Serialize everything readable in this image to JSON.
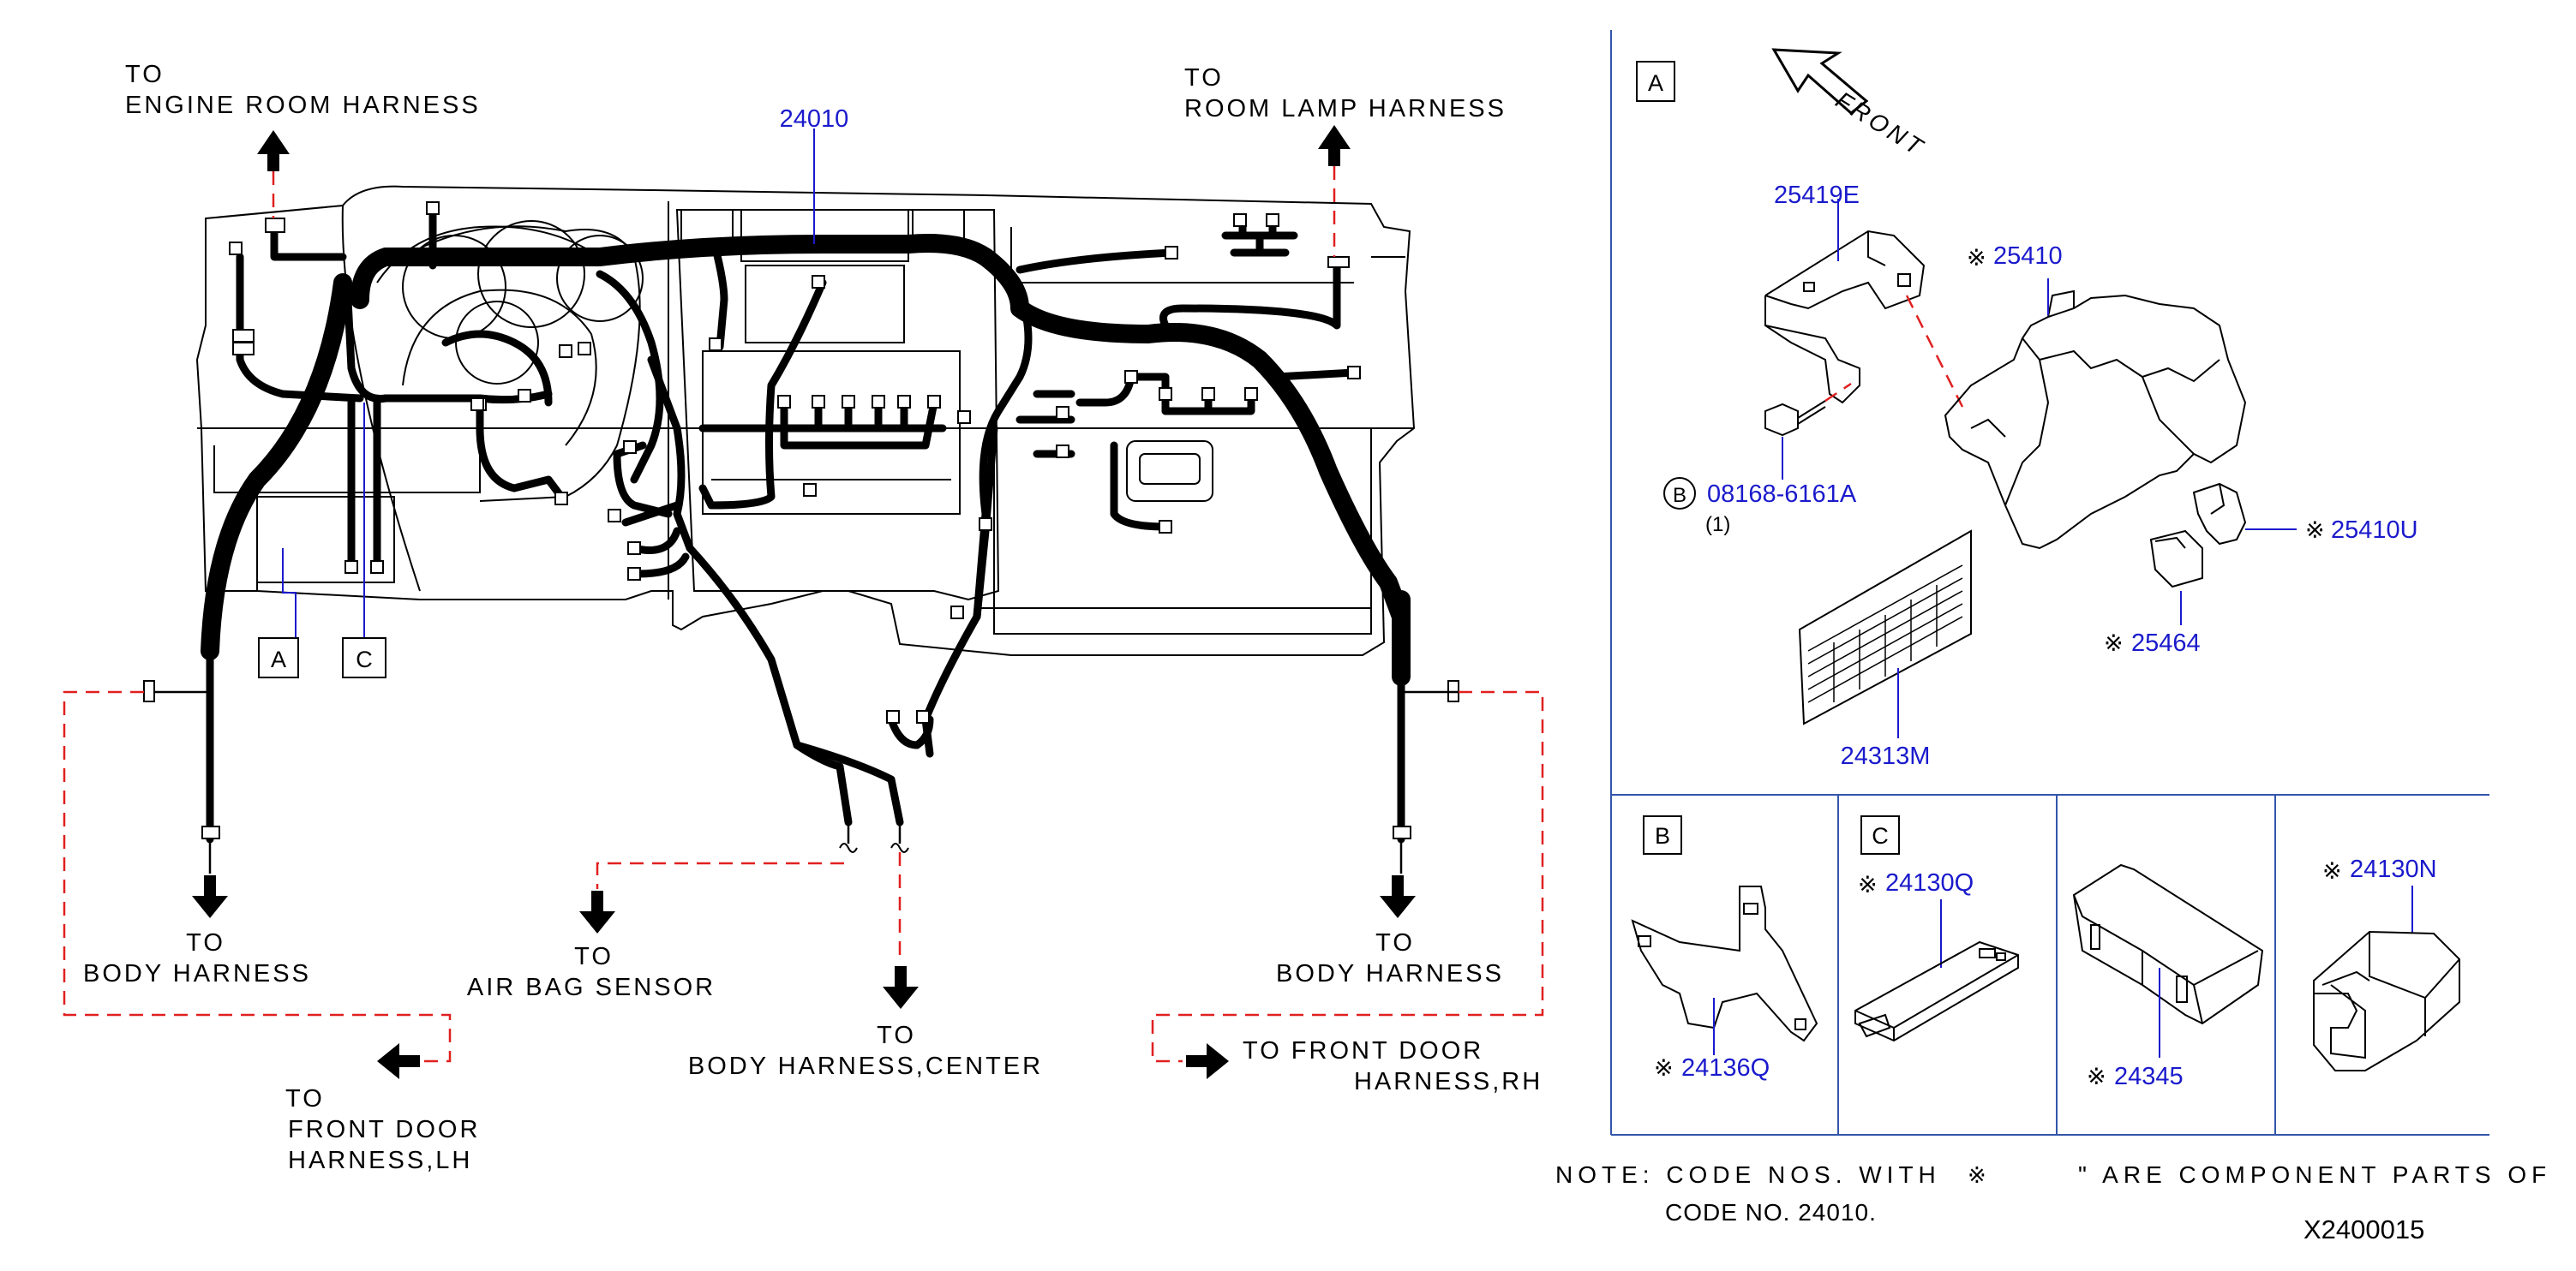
{
  "labels": {
    "engine_room": [
      "TO",
      "ENGINE   ROOM   HARNESS"
    ],
    "room_lamp": [
      "TO",
      "ROOM   LAMP   HARNESS"
    ],
    "body_lh": [
      "TO",
      "BODY   HARNESS"
    ],
    "airbag": [
      "TO",
      "AIR   BAG   SENSOR"
    ],
    "body_center": [
      "TO",
      "BODY   HARNESS,CENTER"
    ],
    "body_rh": [
      "TO",
      "BODY   HARNESS"
    ],
    "front_door_lh": [
      "TO",
      "FRONT   DOOR",
      "HARNESS,LH"
    ],
    "front_door_rh": [
      "TO   FRONT   DOOR",
      "HARNESS,RH"
    ],
    "front": "FRONT"
  },
  "callouts": {
    "a": "A",
    "b": "B",
    "c": "C"
  },
  "part_codes": {
    "main": "24010",
    "p25419e": "25419E",
    "p25410": "25410",
    "p08168": "08168-6161A",
    "p08168_qty": "(1)",
    "p25410u": "25410U",
    "p25464": "25464",
    "p24313m": "24313M",
    "p24136q": "24136Q",
    "p24130q": "24130Q",
    "p24345": "24345",
    "p24130n": "24130N"
  },
  "marks": {
    "asterisk": "※"
  },
  "note": {
    "line1_a": "NOTE:  CODE  NOS.  WITH",
    "line1_b": "\"  ARE  COMPONENT  PARTS  OF",
    "line2": "CODE  NO.  24010.",
    "symbol": "※"
  },
  "diagram_id": "X2400015",
  "colors": {
    "code_blue": "#1a1acc",
    "dashed_red": "#e02020",
    "panel_border": "#3355aa"
  }
}
